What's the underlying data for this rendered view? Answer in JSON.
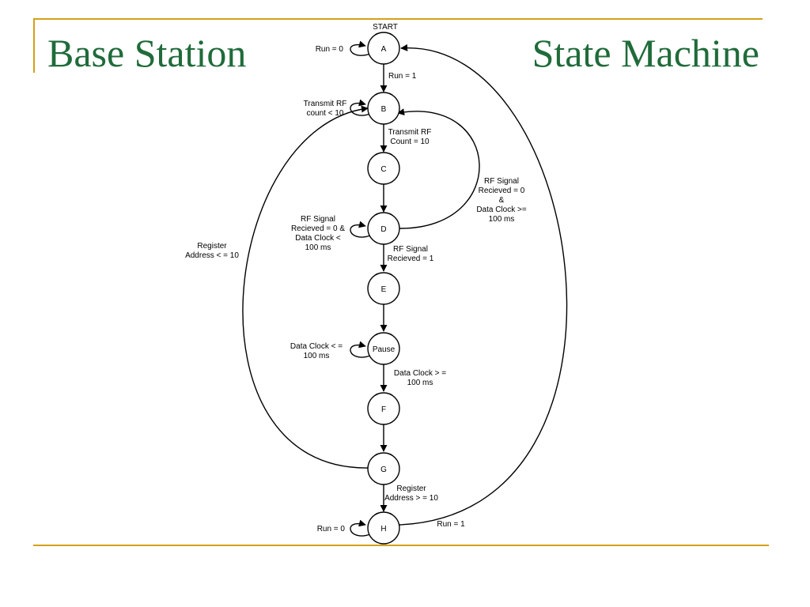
{
  "title_left": "Base Station",
  "title_right": "State Machine",
  "colors": {
    "title": "#1f6b3a",
    "rule": "#d4a017",
    "ink": "#000000"
  },
  "diagram": {
    "start_label": "START",
    "states": {
      "A": "A",
      "B": "B",
      "C": "C",
      "D": "D",
      "E": "E",
      "pause": "Pause",
      "F": "F",
      "G": "G",
      "H": "H"
    },
    "labels": {
      "a_self": [
        "Run = 0"
      ],
      "a_to_b": [
        "Run = 1"
      ],
      "b_self": [
        "Transmit RF",
        "count < 10"
      ],
      "b_to_c": [
        "Transmit RF",
        "Count = 10"
      ],
      "d_to_b": [
        "RF Signal",
        "Recieved = 0",
        "&",
        "Data Clock >=",
        "100 ms"
      ],
      "d_self": [
        "RF Signal",
        "Recieved = 0 &",
        "Data Clock <",
        "100 ms"
      ],
      "d_to_e": [
        "RF Signal",
        "Recieved = 1"
      ],
      "g_to_b": [
        "Register",
        "Address < = 10"
      ],
      "pause_self": [
        "Data Clock  < =",
        "100 ms"
      ],
      "pause_to_f": [
        "Data Clock > =",
        "100 ms"
      ],
      "g_to_h": [
        "Register",
        "Address > = 10"
      ],
      "h_self": [
        "Run = 0"
      ],
      "h_to_a": [
        "Run = 1"
      ]
    }
  }
}
